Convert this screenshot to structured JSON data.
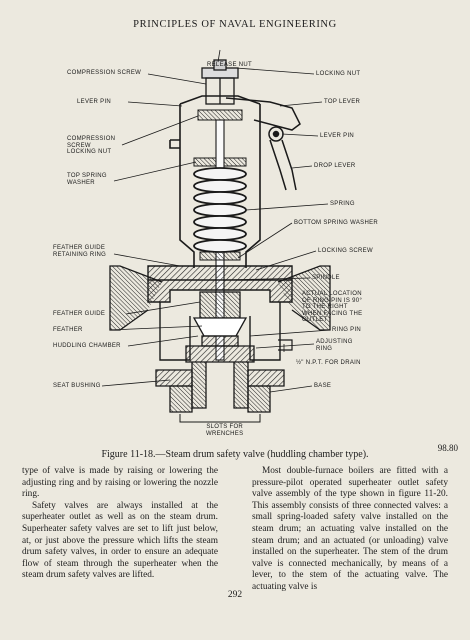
{
  "header": {
    "running_title": "PRINCIPLES OF NAVAL ENGINEERING"
  },
  "figure": {
    "labels": {
      "release_nut": "RELEASE NUT",
      "compression_screw": "COMPRESSION SCREW",
      "locking_nut": "LOCKING NUT",
      "lever_pin_left": "LEVER PIN",
      "top_lever": "TOP LEVER",
      "compression_screw_locking_nut": "COMPRESSION\nSCREW\nLOCKING NUT",
      "lever_pin_right": "LEVER PIN",
      "drop_lever": "DROP LEVER",
      "top_spring_washer": "TOP SPRING\nWASHER",
      "spring": "SPRING",
      "bottom_spring_washer": "BOTTOM SPRING WASHER",
      "feather_guide_retaining_ring": "FEATHER GUIDE\nRETAINING RING",
      "locking_screw": "LOCKING SCREW",
      "spindle": "SPINDLE",
      "actual_location_note": "ACTUAL LOCATION\nOF RING PIN IS 90°\nTO THE RIGHT\nWHEN FACING THE\nOUTLET",
      "feather_guide": "FEATHER GUIDE",
      "feather": "FEATHER",
      "ring_pin": "RING PIN",
      "huddling_chamber": "HUDDLING CHAMBER",
      "adjusting_ring": "ADJUSTING\nRING",
      "drain": "½\" N.P.T. FOR DRAIN",
      "seat_bushing": "SEAT BUSHING",
      "base": "BASE",
      "slots_for_wrenches": "SLOTS FOR\nWRENCHES"
    },
    "caption": "Figure 11-18.—Steam drum safety valve (huddling chamber type).",
    "number": "98.80"
  },
  "body": {
    "col1": [
      "type of valve is made by raising or lowering the adjusting ring and by raising or lowering the nozzle ring.",
      "Safety valves are always installed at the superheater outlet as well as on the steam drum. Superheater safety valves are set to lift just below, at, or just above the pressure which lifts the steam drum safety valves, in order to ensure an adequate flow of steam through the superheater when the steam drum safety valves are lifted."
    ],
    "col2": [
      "Most double-furnace boilers are fitted with a pressure-pilot operated superheater outlet safety valve assembly of the type shown in figure 11-20. This assembly consists of three connected valves: a small spring-loaded safety valve installed on the steam drum; an actuating valve installed on the steam drum; and an actuated (or unloading) valve installed on the superheater. The stem of the drum valve is connected mechanically, by means of a lever, to the stem of the actuating valve. The actuating valve is"
    ]
  },
  "footer": {
    "page_number": "292"
  }
}
